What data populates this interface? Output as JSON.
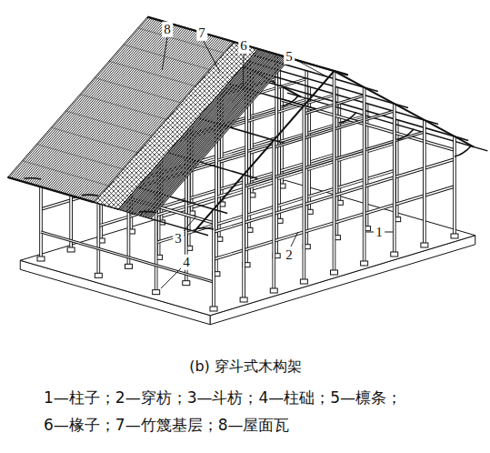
{
  "diagram": {
    "caption": "(b) 穿斗式木构架",
    "labels": [
      "8",
      "7",
      "6",
      "5",
      "2",
      "1",
      "3",
      "4",
      "1—柱子；2—穿枋；3—斗枋；4—柱础；5—檩条；",
      "6—椽子；7—竹篾基层；8—屋面瓦"
    ]
  }
}
